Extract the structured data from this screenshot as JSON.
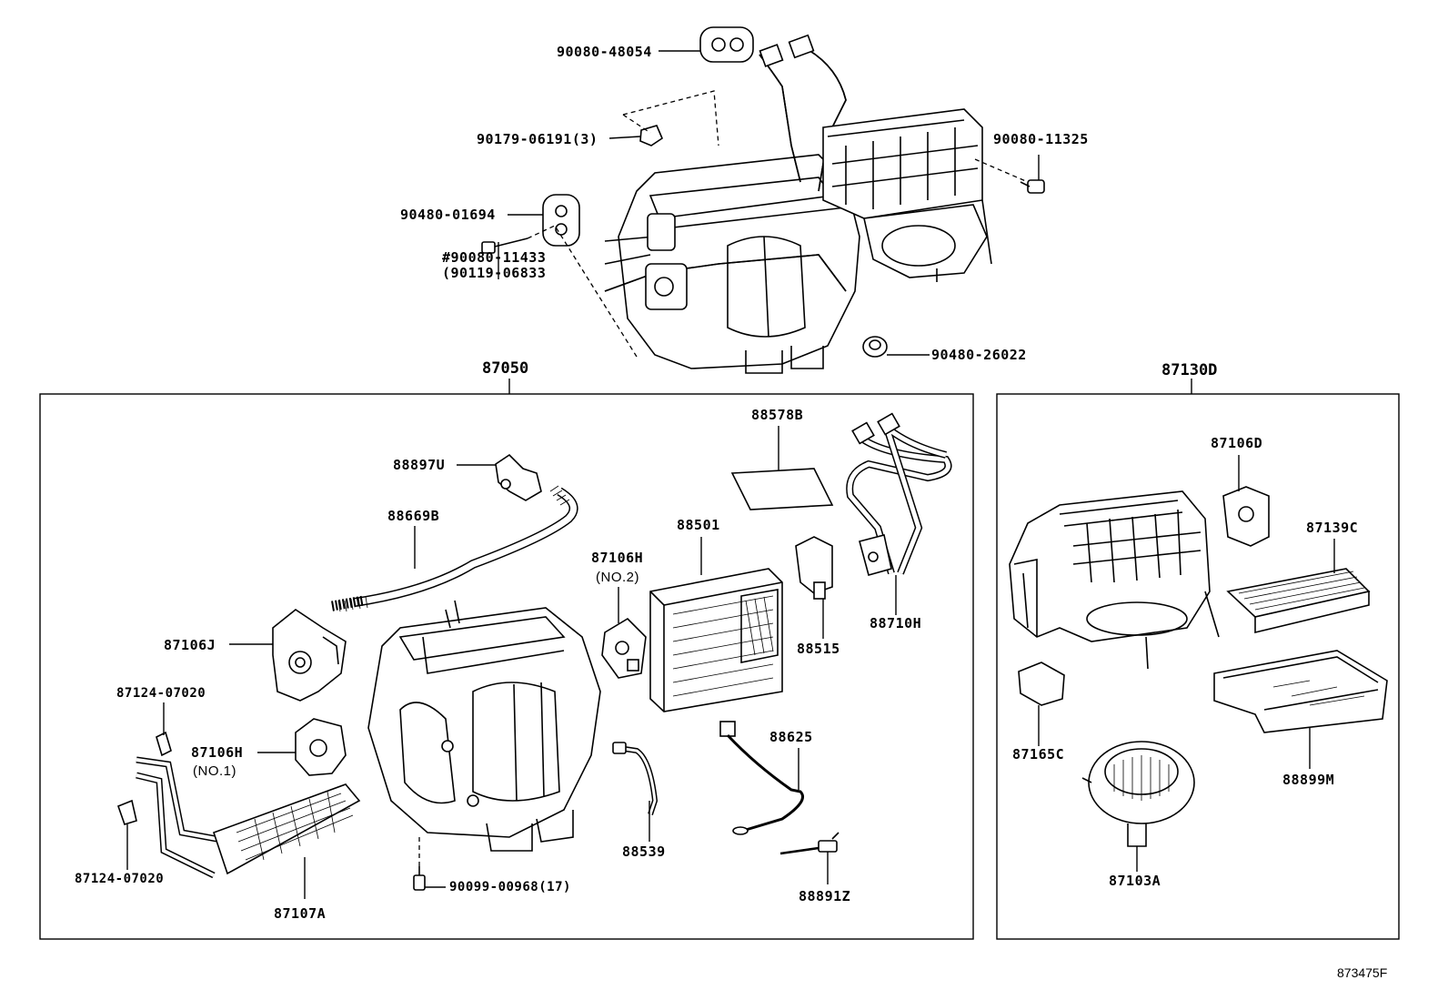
{
  "diagram": {
    "reference_code": "873475F",
    "groups": {
      "left_assembly": "87050",
      "right_assembly": "87130D"
    },
    "top_labels": {
      "p90080_48054": "90080-48054",
      "p90179_06191": "90179-06191(3)",
      "p90080_11325": "90080-11325",
      "p90480_01694": "90480-01694",
      "p90080_11433": "#90080-11433",
      "p90119_06833": "(90119-06833",
      "p90480_26022": "90480-26022"
    },
    "left_labels": {
      "p88578B": "88578B",
      "p88897U": "88897U",
      "p88669B": "88669B",
      "p88501": "88501",
      "p87106H_2": "87106H",
      "no2": "(NO.2)",
      "p88710H": "88710H",
      "p88515": "88515",
      "p87106J": "87106J",
      "p87124_a": "87124-07020",
      "p87106H_1": "87106H",
      "no1": "(NO.1)",
      "p88625": "88625",
      "p88539": "88539",
      "p87124_b": "87124-07020",
      "p90099": "90099-00968(17)",
      "p87107A": "87107A",
      "p88891Z": "88891Z"
    },
    "right_labels": {
      "p87106D": "87106D",
      "p87139C": "87139C",
      "p87165C": "87165C",
      "p88899M": "88899M",
      "p87103A": "87103A"
    }
  }
}
